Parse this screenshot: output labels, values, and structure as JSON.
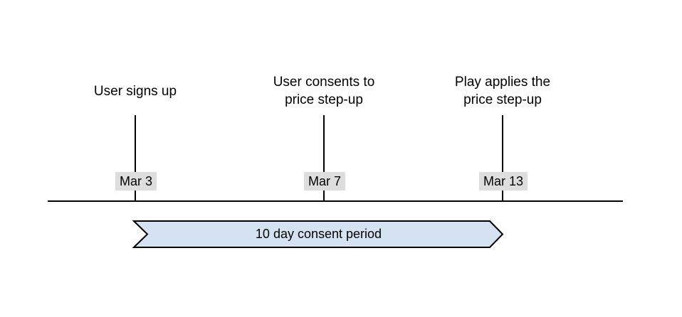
{
  "colors": {
    "background": "#ffffff",
    "line": "#000000",
    "text": "#000000",
    "badge_bg": "#dedede",
    "banner_fill": "#d5e2f2"
  },
  "events": [
    {
      "label": "User signs up",
      "date": "Mar 3"
    },
    {
      "label": "User consents to\nprice step-up",
      "date": "Mar 7"
    },
    {
      "label": "Play applies the\nprice step-up",
      "date": "Mar 13"
    }
  ],
  "banner": {
    "label": "10 day consent period"
  }
}
